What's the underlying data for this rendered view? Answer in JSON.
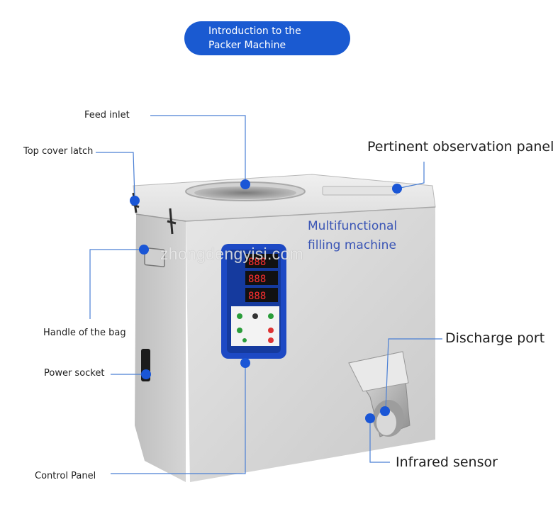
{
  "header": {
    "title_line1": "Introduction to the",
    "title_line2": "Packer Machine"
  },
  "machine": {
    "title_line1": "Multifunctional",
    "title_line2": "filling machine",
    "watermark": "zhongdengyisi.com"
  },
  "labels": {
    "feed_inlet": "Feed inlet",
    "top_cover_latch": "Top cover latch",
    "observation_panel": "Pertinent observation panel",
    "bag_handle": "Handle of the bag",
    "power_socket": "Power socket",
    "control_panel": "Control Panel",
    "discharge_port": "Discharge port",
    "infrared_sensor": "Infrared sensor"
  },
  "colors": {
    "accent": "#1a5ad1",
    "line": "#4a7fd4",
    "dot": "#1a56d6"
  }
}
